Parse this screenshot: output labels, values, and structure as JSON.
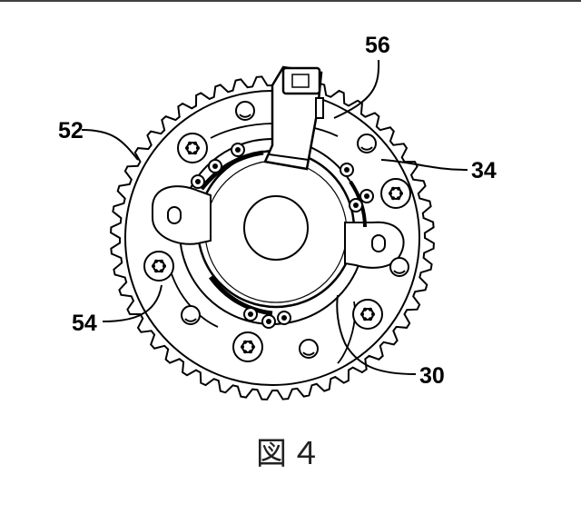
{
  "figure": {
    "caption": "図４",
    "labels": {
      "l56": "56",
      "l52": "52",
      "l34": "34",
      "l54": "54",
      "l30": "30"
    }
  }
}
